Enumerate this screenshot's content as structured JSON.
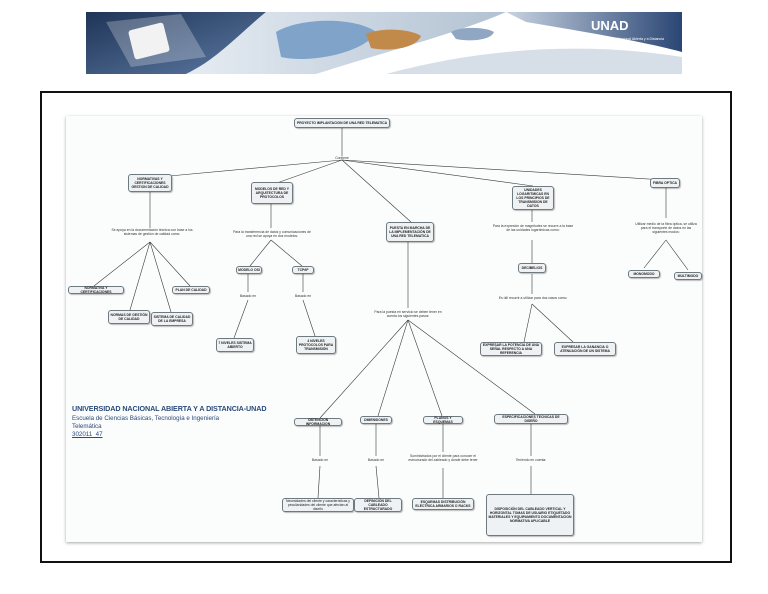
{
  "header": {
    "logo_text": "UNAD",
    "logo_subtitle": "Universidad Nacional Abierta y a Distancia"
  },
  "institution": {
    "name": "UNIVERSIDAD NACIONAL ABIERTA Y A DISTANCIA-UNAD",
    "school": "Escuela de Ciencias Básicas, Tecnología e Ingeniería",
    "course": "Telemática",
    "group": "302011_47"
  },
  "diagram": {
    "root": "PROYECTO IMPLANTACION DE UNA RED TELEMATICA",
    "root_link": "Contiene",
    "n1": "NORMATIVAS Y CERTIFICACIONES GESTION DE CALIDAD",
    "n1_link": "Se apoya en la documentación técnica con base a los sistemas de gestión de calidad como:",
    "n1a": "NORMATIVA Y CERTIFICACIONES",
    "n1b": "NORMAS DE GESTIÓN DE CALIDAD",
    "n1c": "SISTEMA DE CALIDAD DE LA EMPRESA",
    "n1d": "PLAN DE CALIDAD",
    "n2": "MODELOS DE RED Y ARQUITECTURA DE PROTOCOLOS",
    "n2_link": "Para la transferencia de datos y comunicaciones de una red se apoya en dos modelos:",
    "n2a": "MODELO OSI",
    "n2b": "TCP/IP",
    "n2a_link": "Basado en",
    "n2b_link": "Basado en",
    "n2a1": "7 NIVELES SISTEMA ABIERTO",
    "n2b1": "4 NIVELES PROTOCOLOS PARA TRANSMISIÓN",
    "n3": "PUESTA EN MARCHA DE LA IMPLEMENTACIÓN DE UNA RED TELEMATICA",
    "n3_link": "Para la puesta en servicio se deben tener en cuenta los siguientes pasos:",
    "n3a": "OBTENCION INFORMACION",
    "n3a_link": "Basado en",
    "n3a1": "Necesidades del cliente y características y peculiaridades del cliente que afectan al diseño",
    "n3b": "DIMENSIONES",
    "n3b_link": "Basado en",
    "n3b1": "DEFINICIÓN DEL CABLEADO ESTRUCTURADO",
    "n3c": "PLANOS Y ESQUEMAS",
    "n3c_link": "Suministrados por el cliente para conocer el estructurado del cableado y donde debe tener",
    "n3c1": "ESQUEMAS DISTRIBUCIÓN ELÉCTRICA ARMARIOS O RACKS",
    "n3d": "ESPECIFICACIONES TECNICAS DE DISEÑO",
    "n3d_link": "Teniendo en cuenta:",
    "n3d1": "DISPOSICIÓN DEL CABLEADO VERTICAL Y HORIZONTAL TOMAS DE USUARIO ETIQUETADO MATERIALES Y EQUIPAMIENTO DOCUMENTACION NORMATIVA APLICABLE",
    "n4": "UNIDADES LOGARITMICAS EN LOS PRINCIPIOS DE TRANSMISION DE DATOS",
    "n4_link": "Para la expresión de magnitudes se recurre a la base de las unidades logarítmicas como:",
    "n4a": "DECIBELIOS",
    "n4a_link": "Es útil recurrir a utilizar para dos casos como:",
    "n4a1": "EXPRESAR LA POTENCIA DE UNA SEÑAL RESPECTO A UNA REFERENCIA",
    "n4a2": "EXPRESAR LA GANANCIA O ATENUACIÓN DE UN SISTEMA",
    "n5": "FIBRA OPTICA",
    "n5_link": "Utilizar medio de la fibra óptica, se utiliza para el transporte de datos en las siguientes modos:",
    "n5a": "MONOMODO",
    "n5b": "MULTIMODO"
  },
  "colors": {
    "frame": "#111111",
    "node_fill": "#eef2f4",
    "node_border": "#6e7a80",
    "edge": "#3a3a3a",
    "institution_text": "#2b4a7a",
    "banner_dark": "#2a3f63",
    "banner_light": "#b7c6d8"
  }
}
